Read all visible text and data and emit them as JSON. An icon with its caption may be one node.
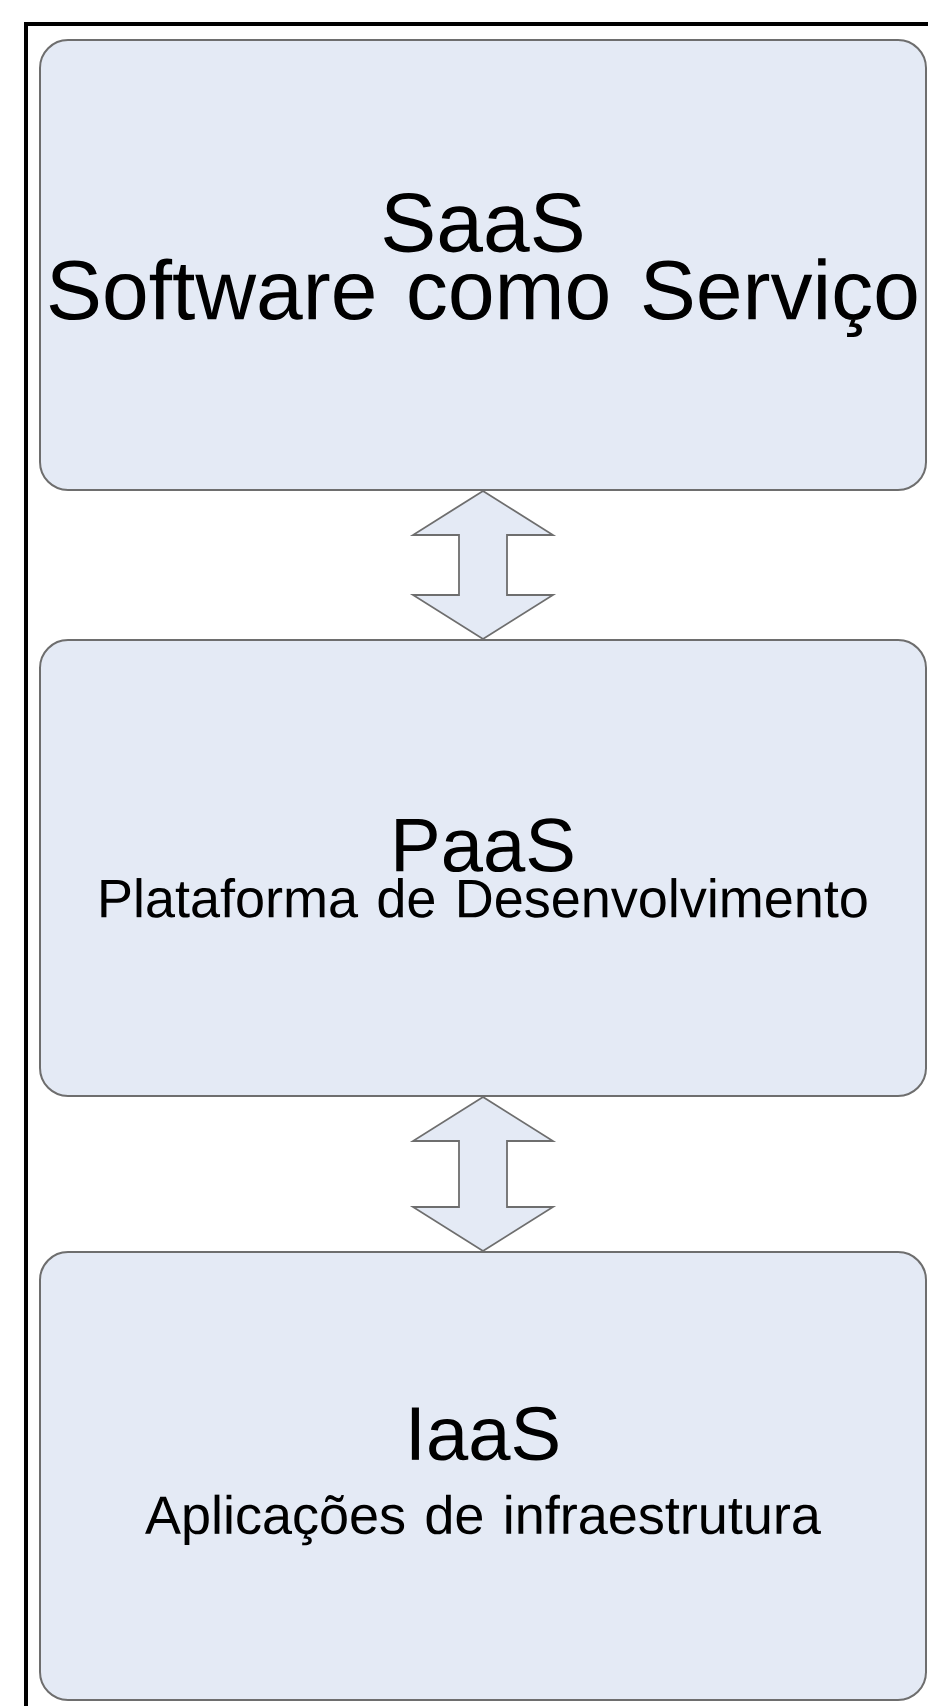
{
  "diagram": {
    "nodes": [
      {
        "text": [
          "SaaS",
          "Software como Serviço"
        ]
      },
      {
        "text": [
          "PaaS",
          "Plataforma de Desenvolvimento"
        ]
      },
      {
        "text": [
          "IaaS",
          "Aplicações de infraestrutura"
        ]
      }
    ],
    "edges": [
      {
        "from": 0,
        "to": 1,
        "arrow": "both"
      },
      {
        "from": 1,
        "to": 2,
        "arrow": "both"
      }
    ]
  }
}
